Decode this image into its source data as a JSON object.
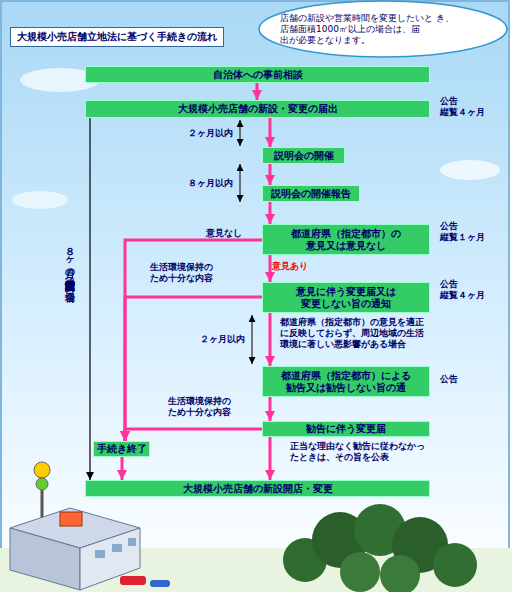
{
  "diagram": {
    "title": "大規模小売店舗立地法に基づく手続きの流れ",
    "nodes": [
      {
        "text": [
          "店舗の新設や営業時間を変更したいと き、店舗面積1000㎡以上の場合は、届 出が必要となります。"
        ]
      },
      {
        "text": [
          "自治体への事前相談"
        ]
      },
      {
        "text": [
          "大規模小売店舗の新設・変更の届出"
        ]
      },
      {
        "text": [
          "説明会の開催"
        ]
      },
      {
        "text": [
          "説明会の開催報告"
        ]
      },
      {
        "text": [
          "都道府県（指定都市）の 意見又は意見なし"
        ]
      },
      {
        "text": [
          "意見に伴う変更届又は 変更しない旨の通知"
        ]
      },
      {
        "text": [
          "都道府県（指定都市）による 勧告又は勧告しない旨の通"
        ]
      },
      {
        "text": [
          "勧告に伴う変更届"
        ]
      },
      {
        "text": [
          "手続き終了"
        ]
      },
      {
        "text": [
          "大規模小売店舗の新設開店・変更"
        ]
      }
    ],
    "edges": [
      {
        "from": 1,
        "to": 2,
        "arrow": "to"
      },
      {
        "from": 2,
        "to": 3,
        "arrow": "to"
      },
      {
        "from": 3,
        "to": 4,
        "arrow": "to"
      },
      {
        "from": 4,
        "to": 5,
        "arrow": "to"
      },
      {
        "from": 5,
        "to": 6,
        "label": "意見あり",
        "arrow": "to"
      },
      {
        "from": 5,
        "to": 9,
        "label": "意見なし",
        "arrow": "to"
      },
      {
        "from": 6,
        "to": 9,
        "label": "生活環境保持の ため十分な内容",
        "arrow": "to"
      },
      {
        "from": 6,
        "to": 7,
        "label": "都道府県（指定都市）の意見を適正 に反映しておらず、周辺地域の生活 環境に著しい悪影響がある場合",
        "arrow": "to"
      },
      {
        "from": 7,
        "to": 8,
        "arrow": "to"
      },
      {
        "from": 8,
        "to": 9,
        "label": "生活環境保持の ため十分な内容",
        "arrow": "to"
      },
      {
        "from": 8,
        "to": 10,
        "label": "正当な理由なく勧告に従わなかっ たときは、その旨を公表",
        "arrow": "to"
      },
      {
        "from": 9,
        "to": 10,
        "arrow": "to"
      },
      {
        "from": 2,
        "to": 10,
        "label": "８ヶ月の営業制限（新設の場合）",
        "arrow": "to"
      }
    ],
    "labels": [
      "公告 縦覧４ヶ月",
      "２ヶ月以内",
      "８ヶ月以内",
      "公告 縦覧１ヶ月",
      "公告 縦覧４ヶ月",
      "２ヶ月以内",
      "公告"
    ]
  }
}
